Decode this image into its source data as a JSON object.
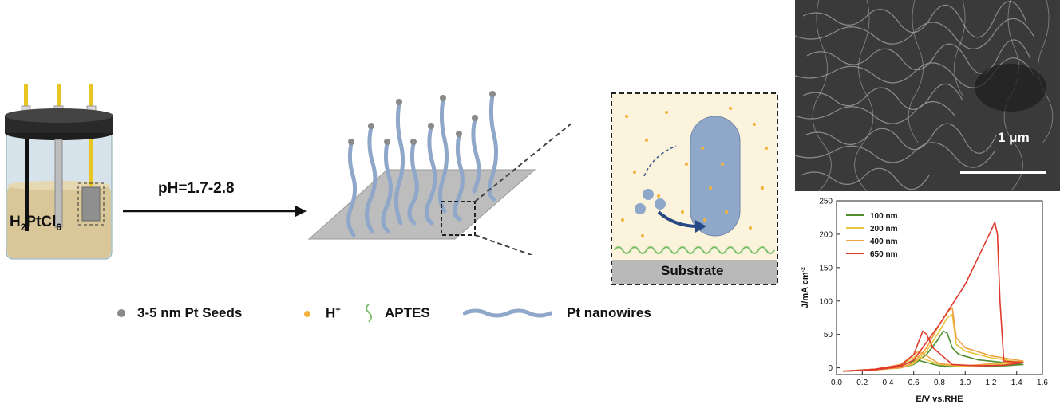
{
  "scheme": {
    "electrolyte_label_main": "H",
    "electrolyte_label_sub1": "2",
    "electrolyte_label_mid": "PtCl",
    "electrolyte_label_sub2": "6",
    "ph_label": "pH=1.7-2.8",
    "substrate_label": "Substrate"
  },
  "legend": {
    "seeds": "3-5 nm Pt Seeds",
    "proton": "H",
    "proton_sup": "+",
    "aptes": "APTES",
    "nanowires": "Pt nanowires"
  },
  "sem": {
    "scale_label": "1 μm"
  },
  "colors": {
    "seed": "#8a8a8a",
    "proton": "#f4b23a",
    "aptes": "#7cc06a",
    "nanowire": "#8fa7c9",
    "substrate": "#b9b9b9"
  },
  "chart_data": {
    "type": "line",
    "xlabel": "E/V vs.RHE",
    "ylabel": "J/mA cm",
    "ylabel_sup": "-2",
    "xlim": [
      0.0,
      1.6
    ],
    "ylim": [
      -10,
      250
    ],
    "xticks": [
      "0.0",
      "0.2",
      "0.4",
      "0.6",
      "0.8",
      "1.0",
      "1.2",
      "1.4",
      "1.6"
    ],
    "yticks": [
      "0",
      "50",
      "100",
      "150",
      "200",
      "250"
    ],
    "legend_position": "top-left",
    "series": [
      {
        "name": "100 nm",
        "color": "#4f8f2e",
        "x": [
          0.05,
          0.3,
          0.5,
          0.6,
          0.7,
          0.78,
          0.83,
          0.86,
          0.9,
          0.95,
          1.1,
          1.3,
          1.45,
          1.3,
          1.0,
          0.8,
          0.7,
          0.62,
          0.5,
          0.3,
          0.05
        ],
        "y": [
          -5,
          -3,
          0,
          5,
          20,
          40,
          55,
          52,
          30,
          20,
          12,
          8,
          5,
          3,
          2,
          3,
          8,
          12,
          3,
          -2,
          -5
        ]
      },
      {
        "name": "200 nm",
        "color": "#e8c640",
        "x": [
          0.05,
          0.3,
          0.5,
          0.6,
          0.7,
          0.8,
          0.86,
          0.9,
          0.93,
          1.0,
          1.2,
          1.45,
          1.2,
          1.0,
          0.8,
          0.7,
          0.62,
          0.5,
          0.3,
          0.05
        ],
        "y": [
          -5,
          -3,
          0,
          6,
          25,
          55,
          75,
          80,
          35,
          25,
          15,
          8,
          4,
          2,
          5,
          12,
          18,
          4,
          -2,
          -5
        ]
      },
      {
        "name": "400 nm",
        "color": "#f0a040",
        "x": [
          0.05,
          0.3,
          0.5,
          0.6,
          0.7,
          0.8,
          0.87,
          0.9,
          0.93,
          1.0,
          1.2,
          1.45,
          1.2,
          1.0,
          0.8,
          0.7,
          0.64,
          0.5,
          0.3,
          0.05
        ],
        "y": [
          -5,
          -3,
          0,
          8,
          30,
          65,
          85,
          90,
          45,
          30,
          18,
          10,
          6,
          3,
          6,
          18,
          25,
          5,
          -2,
          -5
        ]
      },
      {
        "name": "650 nm",
        "color": "#e03a2e",
        "x": [
          0.05,
          0.3,
          0.5,
          0.6,
          0.8,
          1.0,
          1.1,
          1.2,
          1.23,
          1.25,
          1.27,
          1.3,
          1.45,
          1.3,
          1.1,
          0.9,
          0.75,
          0.7,
          0.67,
          0.6,
          0.5,
          0.3,
          0.05
        ],
        "y": [
          -5,
          -3,
          2,
          12,
          65,
          125,
          165,
          205,
          218,
          200,
          100,
          10,
          8,
          4,
          3,
          5,
          30,
          50,
          55,
          20,
          4,
          -2,
          -5
        ]
      }
    ]
  }
}
